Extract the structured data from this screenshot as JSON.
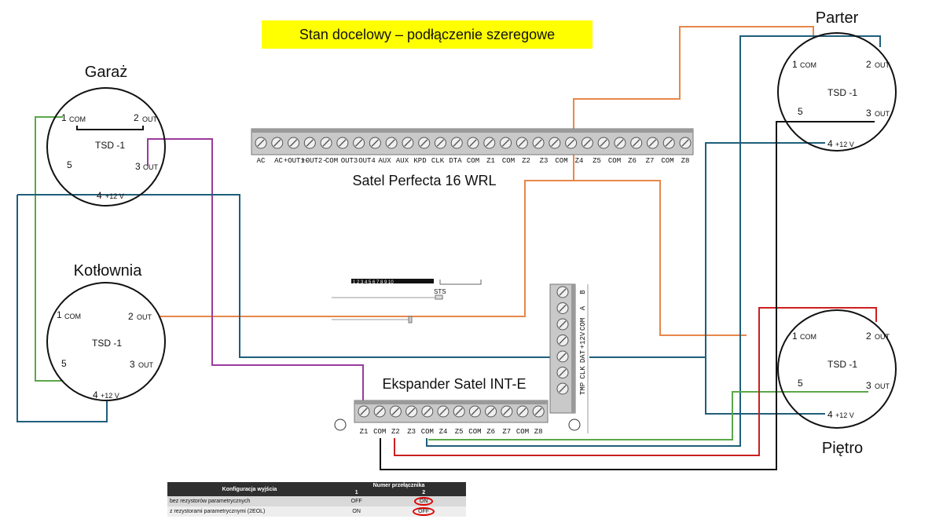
{
  "banner": "Stan docelowy – podłączenie szeregowe",
  "colors": {
    "orange": "#e8874a",
    "blue": "#1f5f7a",
    "purple": "#9b3b9b",
    "green": "#5aa84a",
    "red": "#cc1f1f",
    "black": "#111111",
    "banner_bg": "#ffff00"
  },
  "sensors": {
    "garaz": {
      "name": "Garaż",
      "model": "TSD -1",
      "p1": "1",
      "p1s": "COM",
      "p2": "2",
      "p2s": "OUT",
      "p3": "3",
      "p3s": "OUT",
      "p4": "4",
      "p4s": "+12 V",
      "p5": "5"
    },
    "kotlownia": {
      "name": "Kotłownia",
      "model": "TSD -1",
      "p1": "1",
      "p1s": "COM",
      "p2": "2",
      "p2s": "OUT",
      "p3": "3",
      "p3s": "OUT",
      "p4": "4",
      "p4s": "+12 V",
      "p5": "5"
    },
    "parter": {
      "name": "Parter",
      "model": "TSD -1",
      "p1": "1",
      "p1s": "COM",
      "p2": "2",
      "p2s": "OUT",
      "p3": "3",
      "p3s": "OUT",
      "p4": "4",
      "p4s": "+12 V",
      "p5": "5"
    },
    "pietro": {
      "name": "Piętro",
      "model": "TSD -1",
      "p1": "1",
      "p1s": "COM",
      "p2": "2",
      "p2s": "OUT",
      "p3": "3",
      "p3s": "OUT",
      "p4": "4",
      "p4s": "+12 V",
      "p5": "5"
    }
  },
  "perfecta": {
    "name": "Satel Perfecta 16 WRL",
    "terminals": [
      "AC",
      "AC",
      "+OUT1-",
      "+OUT2-",
      "COM",
      "OUT3",
      "OUT4",
      "AUX",
      "AUX",
      "KPD",
      "CLK",
      "DTA",
      "COM",
      "Z1",
      "COM",
      "Z2",
      "Z3",
      "COM",
      "Z4",
      "Z5",
      "COM",
      "Z6",
      "Z7",
      "COM",
      "Z8"
    ]
  },
  "expander": {
    "name": "Ekspander Satel INT-E",
    "bottom_terminals": [
      "Z1",
      "COM",
      "Z2",
      "Z3",
      "COM",
      "Z4",
      "Z5",
      "COM",
      "Z6",
      "Z7",
      "COM",
      "Z8"
    ],
    "side_terminals": [
      "B",
      "A",
      "COM",
      "+12V",
      "DAT",
      "CLK",
      "TMP"
    ],
    "switch_numbers": "1 2 3 4 5 6 7 8 9 10",
    "sts": "STS"
  },
  "config_table": {
    "header": "Konfiguracja wyjścia",
    "group": "Numer przełącznika",
    "col1": "1",
    "col2": "2",
    "rows": [
      {
        "label": "bez rezystorów parametrycznych",
        "c1": "OFF",
        "c2": "ON"
      },
      {
        "label": "z rezystorami parametrycznymi (2EOL)",
        "c1": "ON",
        "c2": "OFF"
      }
    ]
  }
}
